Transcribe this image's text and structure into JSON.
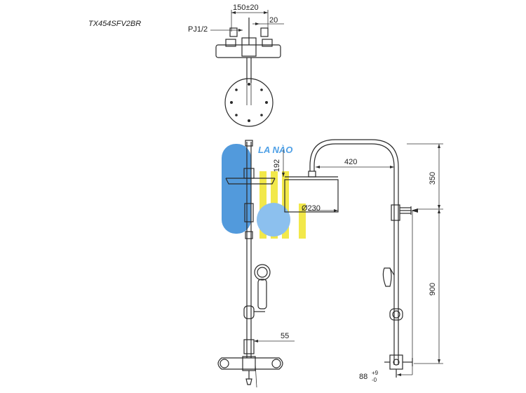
{
  "model_code": "TX454SFV2BR",
  "watermark": {
    "text": "LA NÀO",
    "color_blue": "#3f8fd8",
    "color_blue_light": "#9cc8ef",
    "color_yellow": "#f2e84a"
  },
  "dimensions": {
    "inlet_spacing": "150±20",
    "inlet_offset": "20",
    "thread": "PJ1/2",
    "head_drop": "192",
    "arm_reach": "420",
    "head_diameter": "Ø230",
    "top_height": "350",
    "lower_height": "900",
    "mixer_depth": "55",
    "wall_offset": "88",
    "wall_offset_tol": "+9",
    "wall_offset_tol_low": "-0"
  },
  "colors": {
    "line": "#2a2a2a",
    "background": "#ffffff"
  }
}
